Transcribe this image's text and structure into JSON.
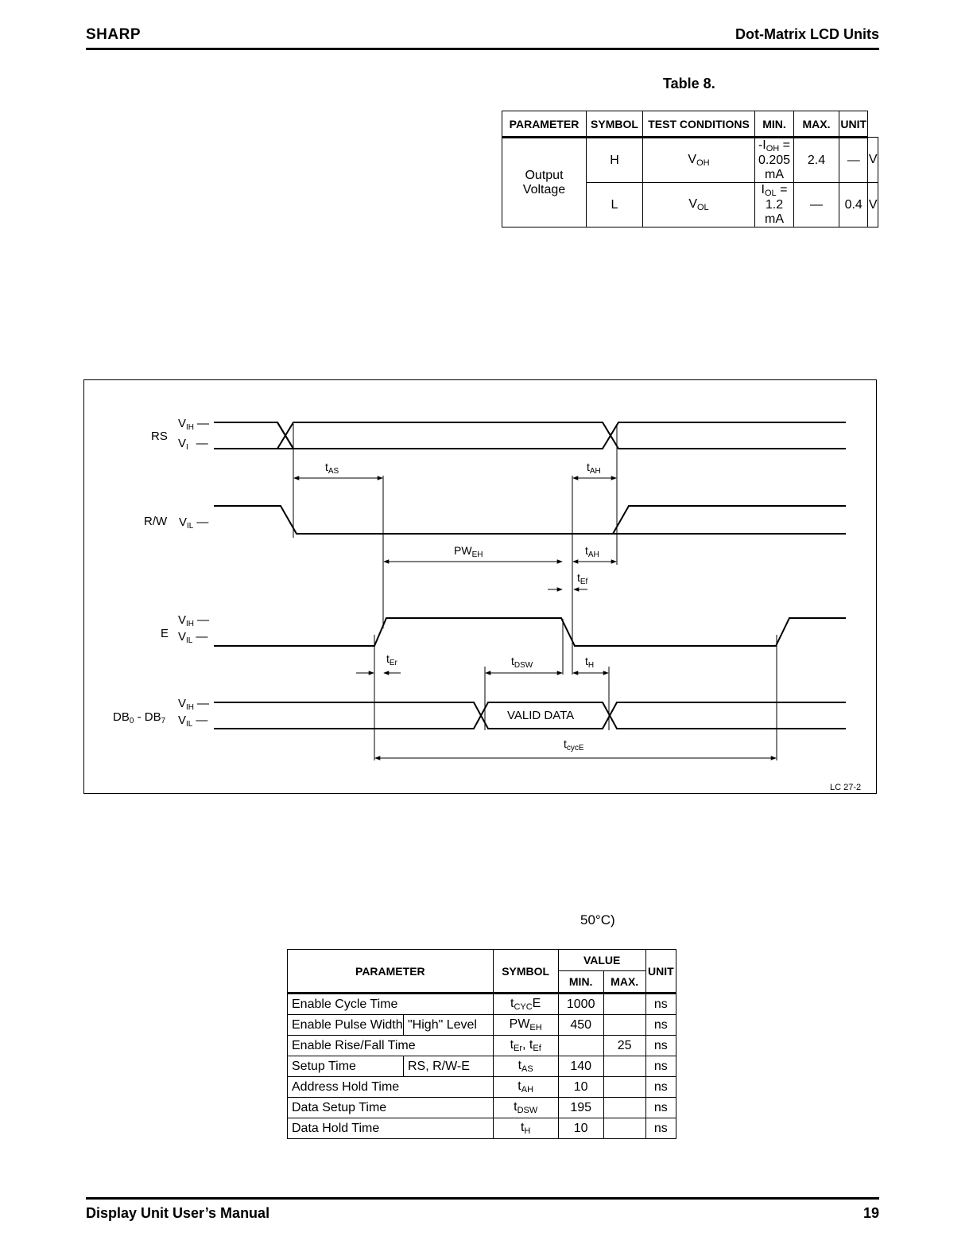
{
  "header": {
    "logo": "SHARP",
    "title": "Dot-Matrix LCD Units"
  },
  "table8": {
    "caption": "Table 8.",
    "columns": [
      "PARAMETER",
      "SYMBOL",
      "TEST CONDITIONS",
      "MIN.",
      "MAX.",
      "UNIT"
    ],
    "parameter": "Output Voltage",
    "rows": [
      {
        "level": "H",
        "symbol": "V",
        "symbol_sub": "OH",
        "cond": "-I",
        "cond_sub": "OH",
        "cond_tail": " = 0.205 mA",
        "min": "2.4",
        "max": "—",
        "unit": "V"
      },
      {
        "level": "L",
        "symbol": "V",
        "symbol_sub": "OL",
        "cond": "I",
        "cond_sub": "OL",
        "cond_tail": " = 1.2 mA",
        "min": "—",
        "max": "0.4",
        "unit": "V"
      }
    ]
  },
  "diagram": {
    "signals": {
      "rs": "RS",
      "rw": "R/W",
      "e": "E",
      "db": "DB",
      "db_sub0": "0",
      "db_dash": " - DB",
      "db_sub7": "7"
    },
    "levels": {
      "v": "V",
      "ih": "IH",
      "il": "IL",
      "i": "I",
      "dash": "—"
    },
    "labels": {
      "t": "t",
      "as": "AS",
      "ah": "AH",
      "pw": "PW",
      "eh": "EH",
      "ef": "Ef",
      "er": "Er",
      "dsw": "DSW",
      "h": "H",
      "cyce": "cycE",
      "valid_data": "VALID DATA",
      "figure_id": "LC  27-2"
    }
  },
  "note": "50°C)",
  "table9": {
    "columns": {
      "parameter": "PARAMETER",
      "symbol": "SYMBOL",
      "value": "VALUE",
      "min": "MIN.",
      "max": "MAX.",
      "unit": "UNIT"
    },
    "rows": [
      {
        "param": "Enable Cycle Time",
        "cond": "",
        "sym": "t",
        "sym_sub": "CYC",
        "sym_tail": "E",
        "min": "1000",
        "max": "",
        "unit": "ns"
      },
      {
        "param": "Enable Pulse Width",
        "cond": "\"High\" Level",
        "sym": "PW",
        "sym_sub": "EH",
        "sym_tail": "",
        "min": "450",
        "max": "",
        "unit": "ns"
      },
      {
        "param": "Enable Rise/Fall Time",
        "cond": "",
        "sym": "t",
        "sym_sub": "Er",
        "sym_tail": ", t",
        "sym_sub2": "Ef",
        "min": "",
        "max": "25",
        "unit": "ns"
      },
      {
        "param": "Setup Time",
        "cond": "RS, R/W-E",
        "sym": "t",
        "sym_sub": "AS",
        "sym_tail": "",
        "min": "140",
        "max": "",
        "unit": "ns"
      },
      {
        "param": "Address Hold Time",
        "cond": "",
        "sym": "t",
        "sym_sub": "AH",
        "sym_tail": "",
        "min": "10",
        "max": "",
        "unit": "ns"
      },
      {
        "param": "Data Setup Time",
        "cond": "",
        "sym": "t",
        "sym_sub": "DSW",
        "sym_tail": "",
        "min": "195",
        "max": "",
        "unit": "ns"
      },
      {
        "param": "Data Hold Time",
        "cond": "",
        "sym": "t",
        "sym_sub": "H",
        "sym_tail": "",
        "min": "10",
        "max": "",
        "unit": "ns"
      }
    ]
  },
  "footer": {
    "title": "Display Unit User’s Manual",
    "page": "19"
  }
}
